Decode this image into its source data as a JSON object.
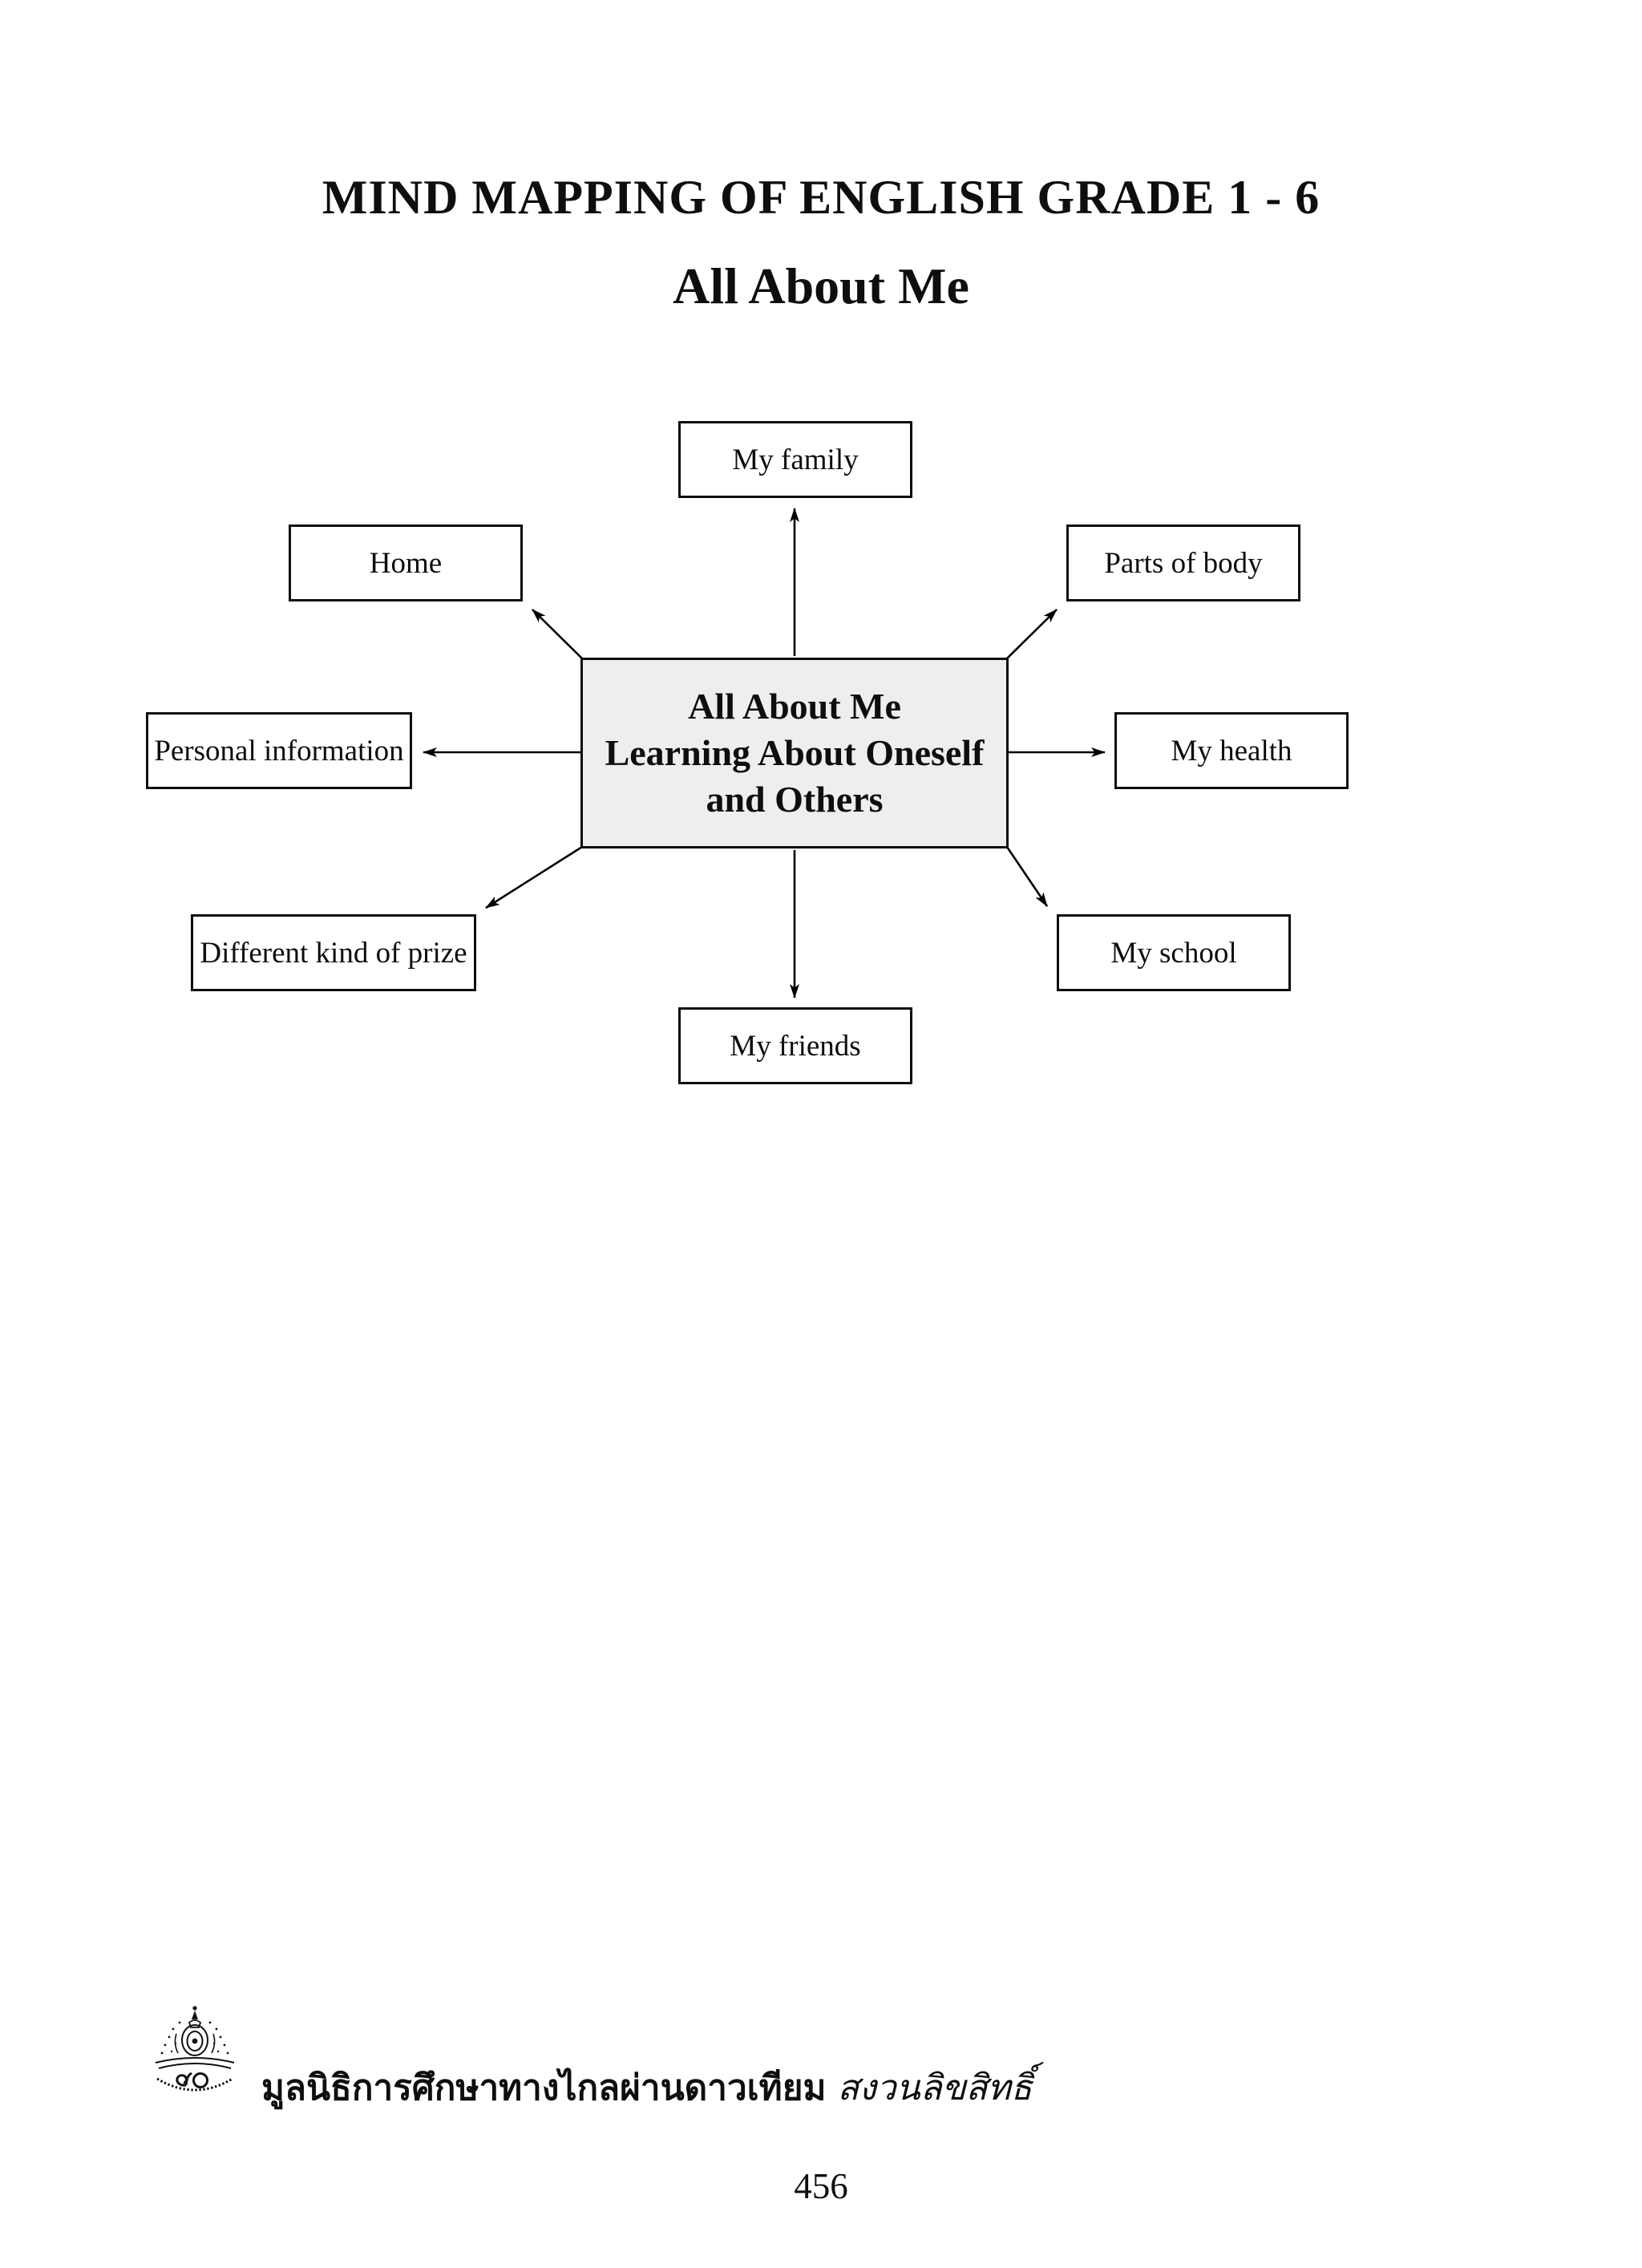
{
  "page": {
    "title": "MIND MAPPING OF ENGLISH GRADE 1 - 6",
    "subtitle": "All About Me",
    "page_number": "456"
  },
  "diagram": {
    "center": {
      "line1": "All About Me",
      "line2": "Learning About Oneself",
      "line3": "and Others",
      "fill_color": "#eeeeee",
      "border_color": "#0e0e0e"
    },
    "nodes": [
      {
        "id": "my-family",
        "label": "My family",
        "position": "top"
      },
      {
        "id": "home",
        "label": "Home",
        "position": "top-left"
      },
      {
        "id": "parts-of-body",
        "label": "Parts of body",
        "position": "top-right"
      },
      {
        "id": "personal-information",
        "label": "Personal information",
        "position": "left"
      },
      {
        "id": "my-health",
        "label": "My health",
        "position": "right"
      },
      {
        "id": "different-kind-of-prize",
        "label": "Different kind of prize",
        "position": "bottom-left"
      },
      {
        "id": "my-school",
        "label": "My school",
        "position": "bottom-right"
      },
      {
        "id": "my-friends",
        "label": "My friends",
        "position": "bottom"
      }
    ],
    "line_color": "#000000"
  },
  "footer": {
    "logo_numerals": "๕๐",
    "credit_text": "มูลนิธิการศึกษาทางไกลผ่านดาวเทียม",
    "rights_text": "สงวนลิขสิทธิ์"
  }
}
